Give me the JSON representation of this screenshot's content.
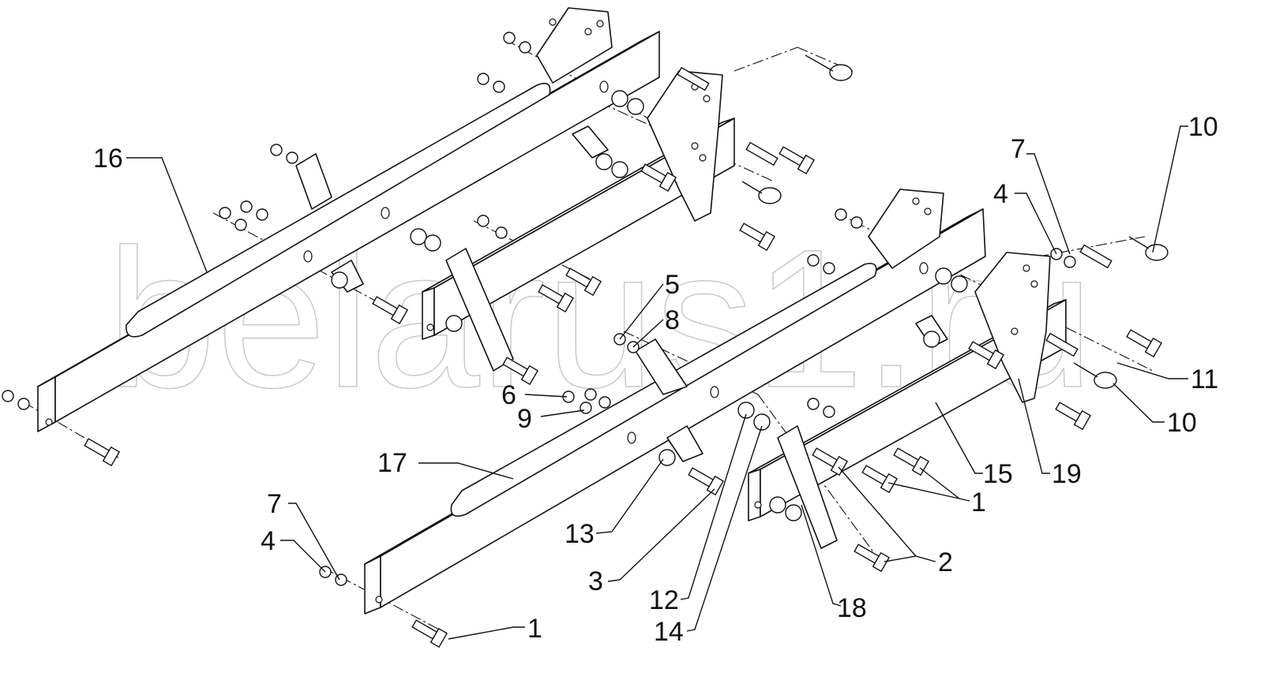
{
  "watermark": "belarus1.ru",
  "labels": [
    "16",
    "17",
    "5",
    "8",
    "6",
    "9",
    "7",
    "4",
    "10",
    "11",
    "10",
    "19",
    "15",
    "1",
    "2",
    "18",
    "14",
    "12",
    "3",
    "13",
    "7",
    "4",
    "1"
  ]
}
